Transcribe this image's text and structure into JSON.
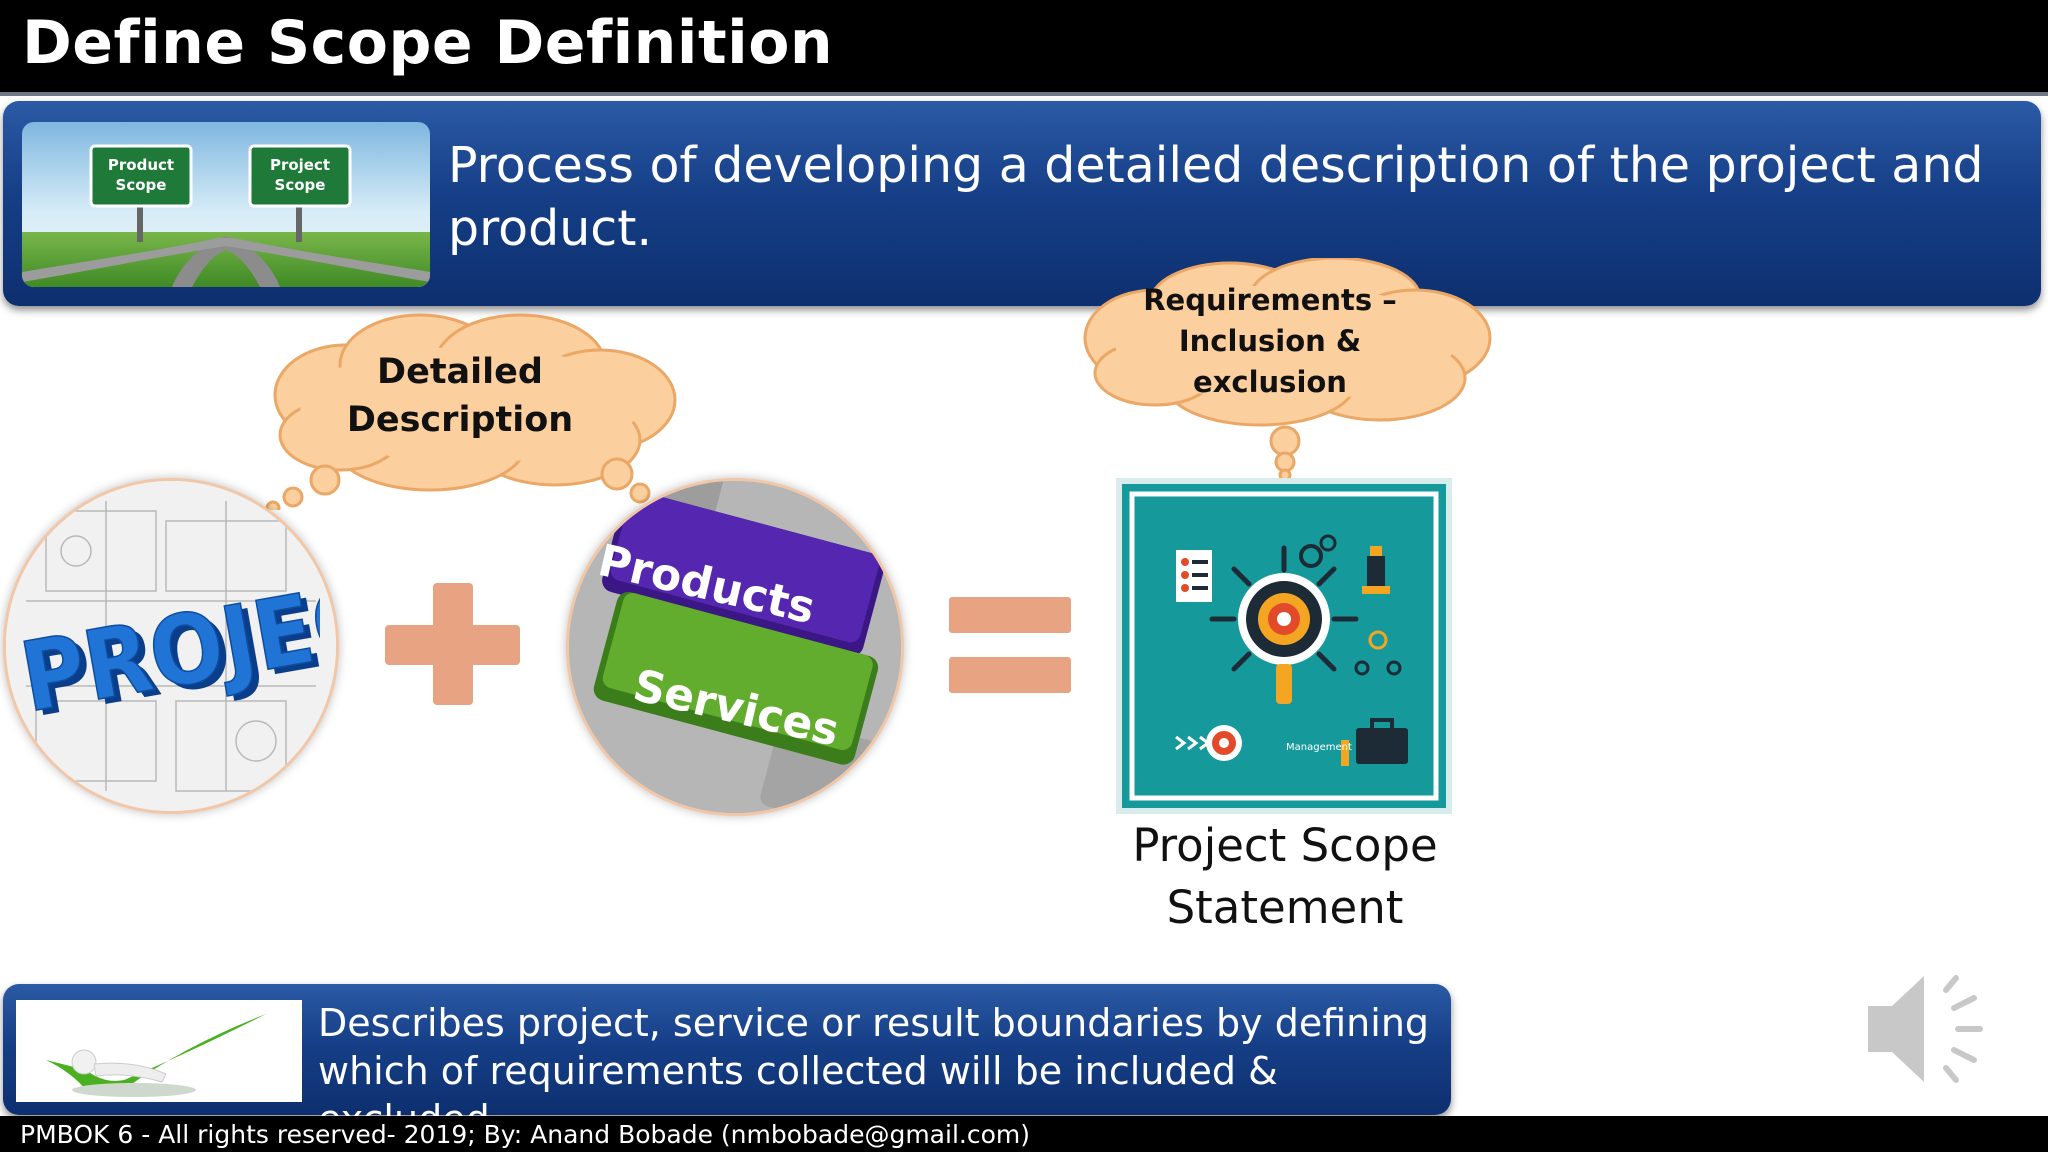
{
  "slide": {
    "title": "Define Scope Definition",
    "intro_text": "Process of developing a detailed description of the project and product.",
    "signs": {
      "left": "Product Scope",
      "right": "Project Scope"
    },
    "cloud_left": "Detailed Description",
    "cloud_right": "Requirements – Inclusion & exclusion",
    "project_word": "PROJECT",
    "keys": {
      "top": "Products",
      "bottom": "Services"
    },
    "scope_image_label": "Management",
    "scope_caption": "Project Scope Statement",
    "bottom_text": "Describes project, service or result boundaries by defining which of requirements collected will be included & excluded.",
    "footer": "PMBOK 6 - All rights reserved- 2019; By: Anand Bobade (nmbobade@gmail.com)"
  },
  "colors": {
    "title_bar": "#000000",
    "box_blue": "#163f87",
    "cloud_fill": "#fccf9f",
    "cloud_stroke": "#eba765",
    "operator": "#e8a482",
    "scope_teal": "#15999b",
    "key_purple": "#4b1f9e",
    "key_green": "#5aa12a",
    "project_blue": "#1f74d6"
  },
  "icons": [
    "speaker-icon",
    "plus-icon",
    "equals-icon",
    "target-icon",
    "checkmark-icon"
  ]
}
